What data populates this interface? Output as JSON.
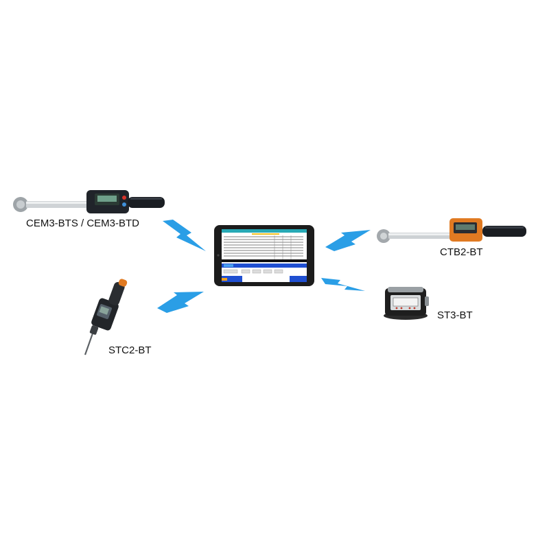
{
  "devices": {
    "cem3": {
      "label": "CEM3-BTS / CEM3-BTD",
      "icon": "torque-wrench-digital-icon"
    },
    "ctb2": {
      "label": "CTB2-BT",
      "icon": "torque-wrench-orange-head-icon"
    },
    "st3": {
      "label": "ST3-BT",
      "icon": "torque-tester-icon"
    },
    "stc2": {
      "label": "STC2-BT",
      "icon": "torque-screwdriver-icon"
    },
    "tablet": {
      "icon": "tablet-icon"
    }
  },
  "colors": {
    "signal": "#2a9ee6",
    "tablet_frame": "#1c1c1c",
    "screen_header": "#27a9b5",
    "screen_bar": "#1f4fd1",
    "wrench_orange": "#e07a22"
  },
  "signal_icon": "bluetooth-signal-icon"
}
